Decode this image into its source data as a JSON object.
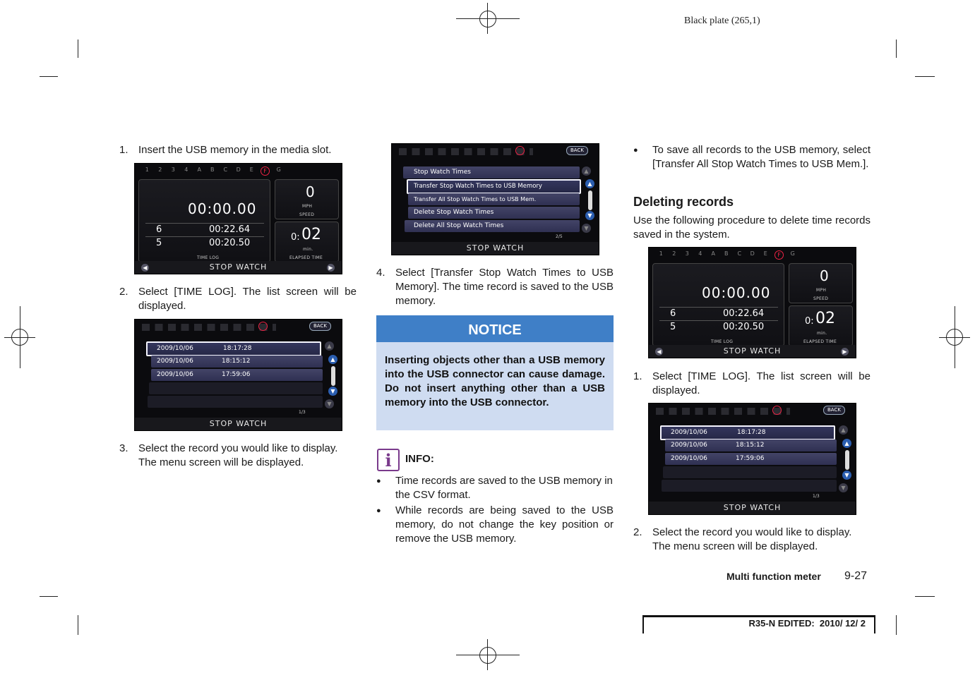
{
  "plate": "Black plate (265,1)",
  "steps_col1": [
    {
      "num": "1.",
      "text": "Insert the USB memory in the media slot."
    },
    {
      "num": "2.",
      "text": "Select [TIME LOG]. The list screen will be displayed."
    },
    {
      "num": "3.",
      "text": "Select the record you would like to display. The menu screen will be displayed."
    }
  ],
  "stopwatch_screen": {
    "tabs": [
      "1",
      "2",
      "3",
      "4",
      "A",
      "B",
      "C",
      "D",
      "E",
      "F",
      "G"
    ],
    "active_tab": "F",
    "main_time": "00:00.00",
    "log": [
      {
        "lap": "6",
        "time": "00:22.64"
      },
      {
        "lap": "5",
        "time": "00:20.50"
      }
    ],
    "time_log_label": "TIME LOG",
    "speed_value": "0",
    "speed_unit": "MPH",
    "speed_label": "SPEED",
    "elapsed_prefix": "0:",
    "elapsed_value": "02",
    "elapsed_unit": "min.",
    "elapsed_label": "ELAPSED TIME",
    "title": "STOP WATCH"
  },
  "list_screen": {
    "back": "BACK",
    "rows": [
      {
        "date": "2009/10/06",
        "time": "18:17:28"
      },
      {
        "date": "2009/10/06",
        "time": "18:15:12"
      },
      {
        "date": "2009/10/06",
        "time": "17:59:06"
      }
    ],
    "page": "1/3",
    "title": "STOP WATCH"
  },
  "menu_screen": {
    "back": "BACK",
    "items": [
      "Stop Watch Times",
      "Transfer Stop Watch Times to USB Memory",
      "Transfer All Stop Watch Times to USB Mem.",
      "Delete Stop Watch Times",
      "Delete All Stop Watch Times"
    ],
    "page": "2/5",
    "title": "STOP WATCH"
  },
  "step4": {
    "num": "4.",
    "text": "Select [Transfer Stop Watch Times to USB Memory]. The time record is saved to the USB memory."
  },
  "notice": {
    "heading": "NOTICE",
    "body": "Inserting objects other than a USB memory into the USB connector can cause damage. Do not insert anything other than a USB memory into the USB connector."
  },
  "info": {
    "label": "INFO:",
    "bullets": [
      "Time records are saved to the USB memory in the CSV format.",
      "While records are being saved to the USB memory, do not change the key position or remove the USB memory."
    ]
  },
  "col3_bullet": "To save all records to the USB memory, select [Transfer All Stop Watch Times to USB Mem.].",
  "deleting": {
    "heading": "Deleting records",
    "intro": "Use the following procedure to delete time records saved in the system.",
    "steps": [
      {
        "num": "1.",
        "text": "Select [TIME LOG]. The list screen will be displayed."
      },
      {
        "num": "2.",
        "text": "Select the record you would like to display. The menu screen will be displayed."
      }
    ]
  },
  "footer": {
    "section": "Multi function meter",
    "page": "9-27",
    "edited": "R35-N EDITED:  2010/ 12/ 2"
  }
}
